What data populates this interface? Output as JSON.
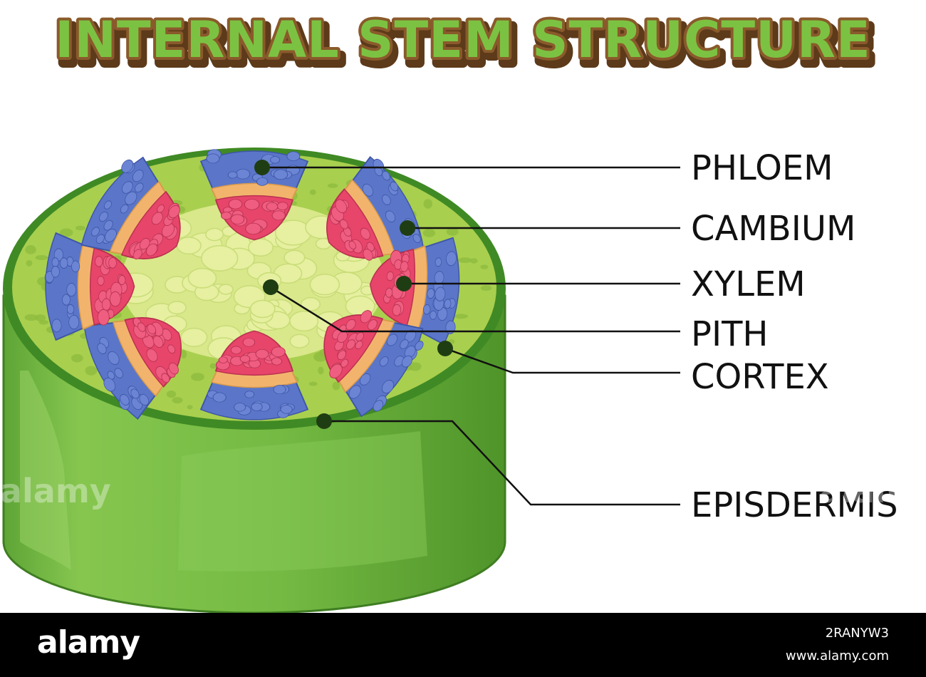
{
  "title": "INTERNAL STEM STRUCTURE",
  "labels": {
    "phloem": "PHLOEM",
    "cambium": "CAMBIUM",
    "xylem": "XYLEM",
    "pith": "PITH",
    "cortex": "CORTEX",
    "epidermis": "EPISDERMIS"
  },
  "watermark": "alamy",
  "footer": {
    "logo": "alamy",
    "image_id": "2RANYW3",
    "url": "www.alamy.com"
  },
  "colors": {
    "title_fill": "#7cc242",
    "title_outline": "#8a5a2b",
    "stem_side": "#6fb43f",
    "stem_top": "#c2dd62",
    "phloem": "#5b76c8",
    "cambium": "#f2b46d",
    "xylem": "#e8456b",
    "pith": "#e6f0a0"
  }
}
